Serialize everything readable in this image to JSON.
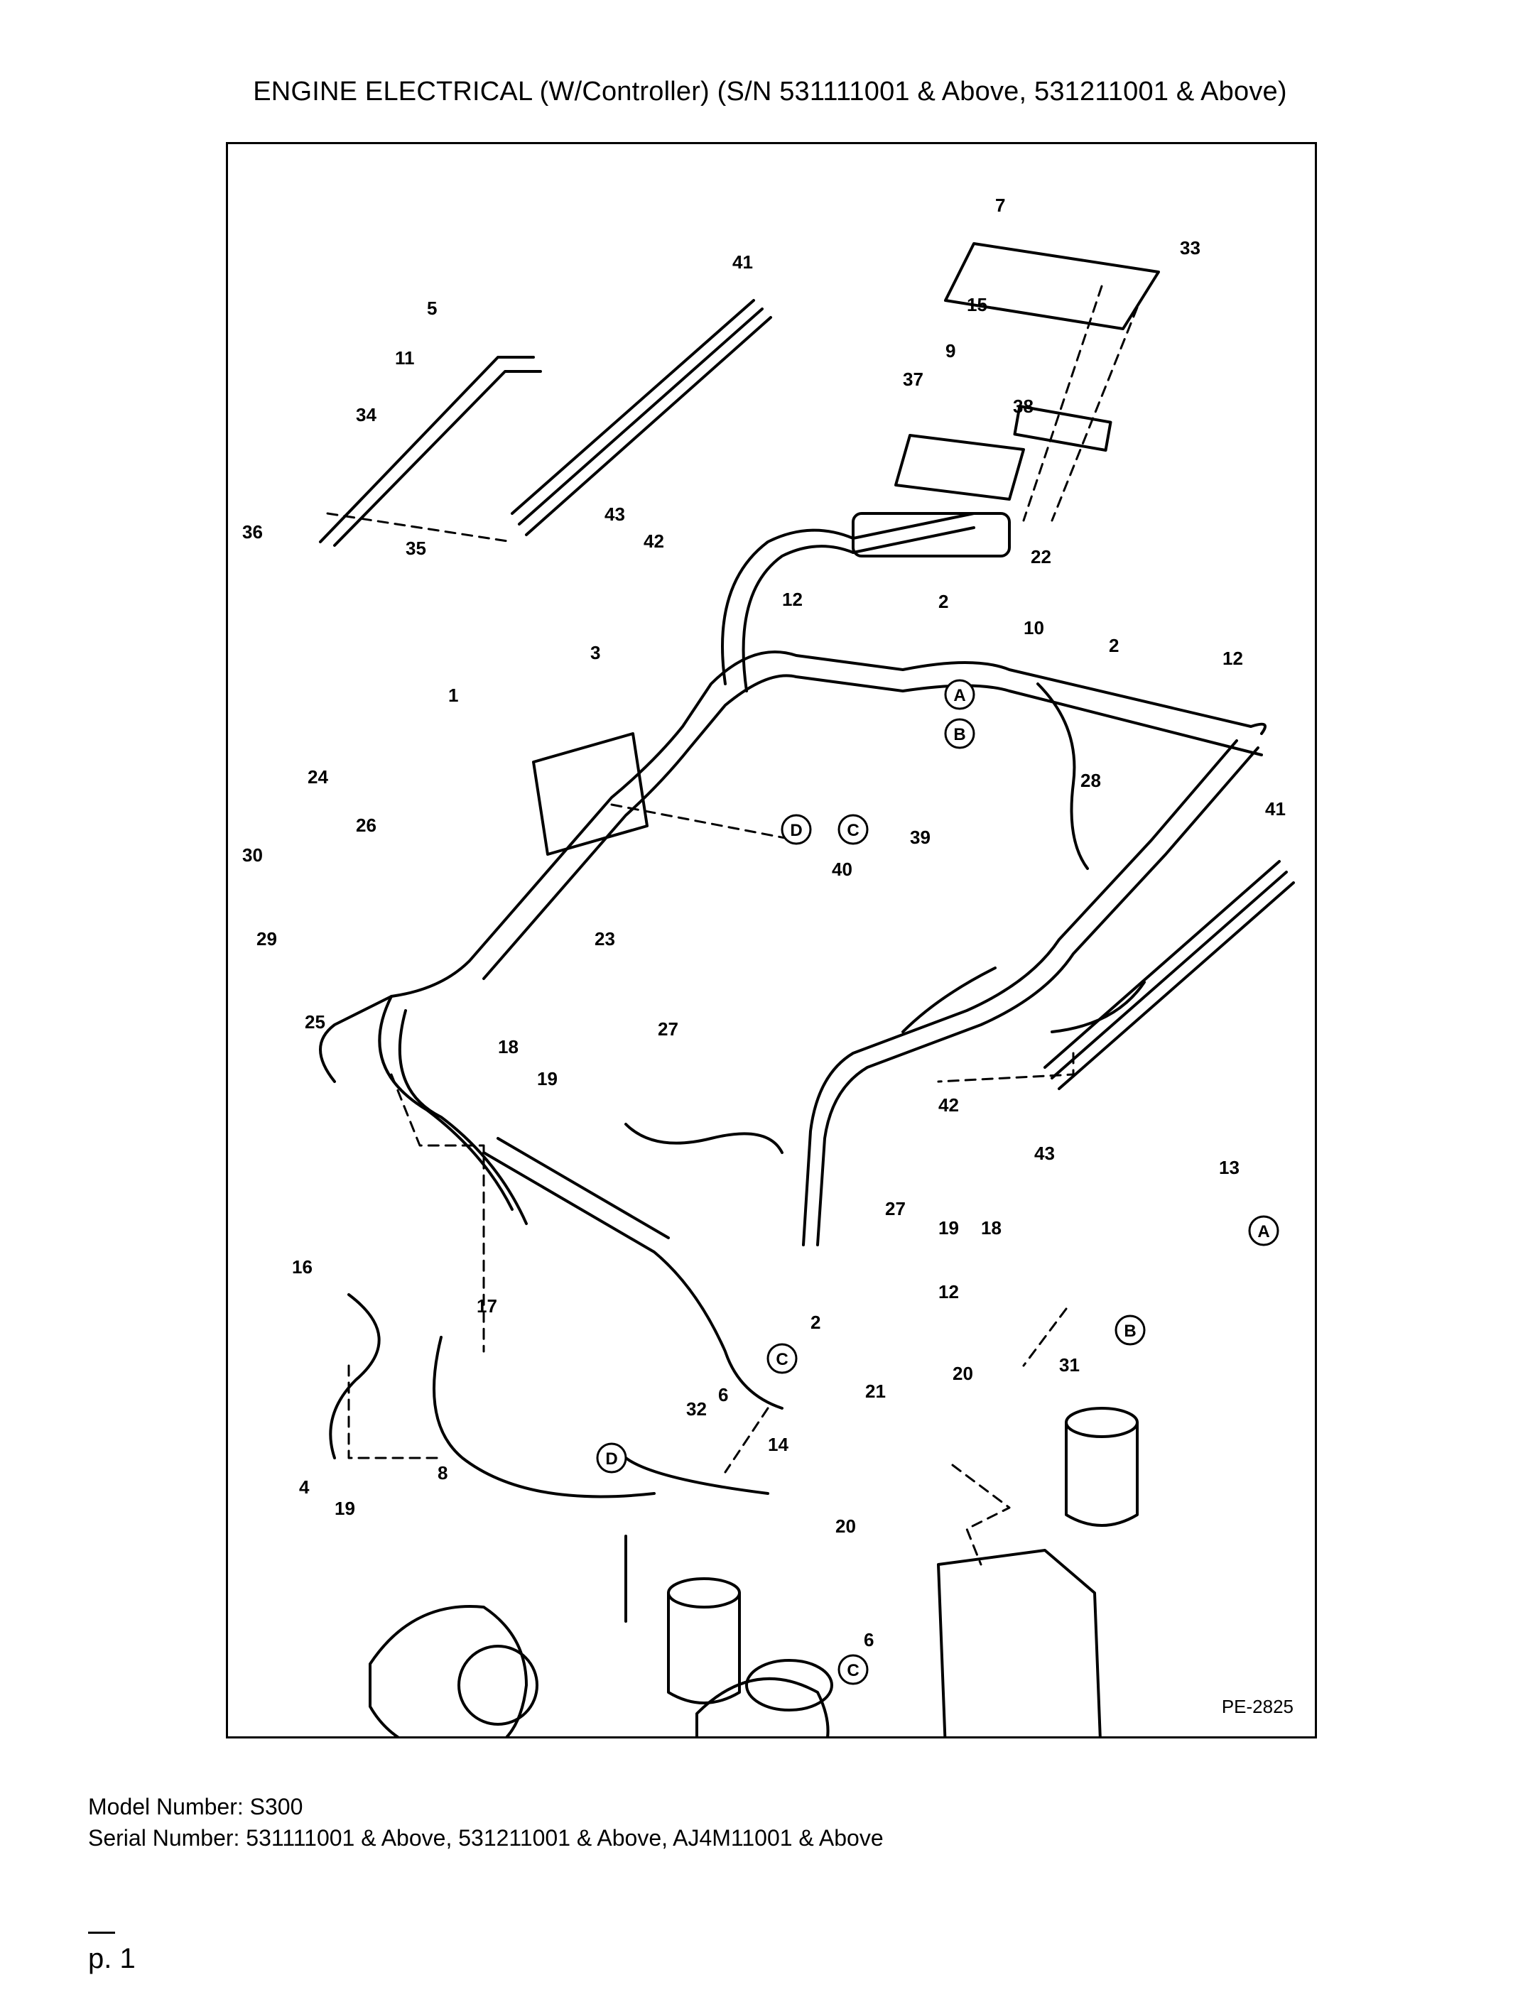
{
  "page": {
    "title": "ENGINE ELECTRICAL (W/Controller) (S/N 531111001 & Above, 531211001 & Above)",
    "figure_code": "PE-2825",
    "model_line": "Model Number: S300",
    "serial_line": "Serial Number: 531111001 & Above, 531211001 & Above, AJ4M11001 & Above",
    "page_number": "p. 1"
  },
  "callouts": [
    {
      "id": "c7",
      "label": "7"
    },
    {
      "id": "c33",
      "label": "33"
    },
    {
      "id": "c41a",
      "label": "41"
    },
    {
      "id": "c5",
      "label": "5"
    },
    {
      "id": "c15",
      "label": "15"
    },
    {
      "id": "c11",
      "label": "11"
    },
    {
      "id": "c9",
      "label": "9"
    },
    {
      "id": "c34",
      "label": "34"
    },
    {
      "id": "c37",
      "label": "37"
    },
    {
      "id": "c38",
      "label": "38"
    },
    {
      "id": "c43a",
      "label": "43"
    },
    {
      "id": "c36",
      "label": "36"
    },
    {
      "id": "c35",
      "label": "35"
    },
    {
      "id": "c42a",
      "label": "42"
    },
    {
      "id": "c22",
      "label": "22"
    },
    {
      "id": "c12a",
      "label": "12"
    },
    {
      "id": "c2a",
      "label": "2"
    },
    {
      "id": "c10",
      "label": "10"
    },
    {
      "id": "c3",
      "label": "3"
    },
    {
      "id": "c2b",
      "label": "2"
    },
    {
      "id": "c12b",
      "label": "12"
    },
    {
      "id": "c1",
      "label": "1"
    },
    {
      "id": "c24",
      "label": "24"
    },
    {
      "id": "c28",
      "label": "28"
    },
    {
      "id": "c26",
      "label": "26"
    },
    {
      "id": "c41b",
      "label": "41"
    },
    {
      "id": "c39",
      "label": "39"
    },
    {
      "id": "c30",
      "label": "30"
    },
    {
      "id": "c40",
      "label": "40"
    },
    {
      "id": "c29",
      "label": "29"
    },
    {
      "id": "c23",
      "label": "23"
    },
    {
      "id": "c25",
      "label": "25"
    },
    {
      "id": "c27a",
      "label": "27"
    },
    {
      "id": "c18a",
      "label": "18"
    },
    {
      "id": "c19a",
      "label": "19"
    },
    {
      "id": "c42b",
      "label": "42"
    },
    {
      "id": "c43b",
      "label": "43"
    },
    {
      "id": "c27b",
      "label": "27"
    },
    {
      "id": "c19b",
      "label": "19"
    },
    {
      "id": "c18b",
      "label": "18"
    },
    {
      "id": "c13",
      "label": "13"
    },
    {
      "id": "c16",
      "label": "16"
    },
    {
      "id": "c12c",
      "label": "12"
    },
    {
      "id": "c2c",
      "label": "2"
    },
    {
      "id": "c17",
      "label": "17"
    },
    {
      "id": "c31",
      "label": "31"
    },
    {
      "id": "c20a",
      "label": "20"
    },
    {
      "id": "c21",
      "label": "21"
    },
    {
      "id": "c32",
      "label": "32"
    },
    {
      "id": "c6a",
      "label": "6"
    },
    {
      "id": "c14",
      "label": "14"
    },
    {
      "id": "c4",
      "label": "4"
    },
    {
      "id": "c8",
      "label": "8"
    },
    {
      "id": "c19c",
      "label": "19"
    },
    {
      "id": "c20b",
      "label": "20"
    },
    {
      "id": "c6b",
      "label": "6"
    }
  ],
  "connectors": [
    {
      "id": "A1",
      "label": "A"
    },
    {
      "id": "B1",
      "label": "B"
    },
    {
      "id": "D1",
      "label": "D"
    },
    {
      "id": "C1",
      "label": "C"
    },
    {
      "id": "A2",
      "label": "A"
    },
    {
      "id": "B2",
      "label": "B"
    },
    {
      "id": "C2",
      "label": "C"
    },
    {
      "id": "D2",
      "label": "D"
    },
    {
      "id": "C3",
      "label": "C"
    }
  ]
}
